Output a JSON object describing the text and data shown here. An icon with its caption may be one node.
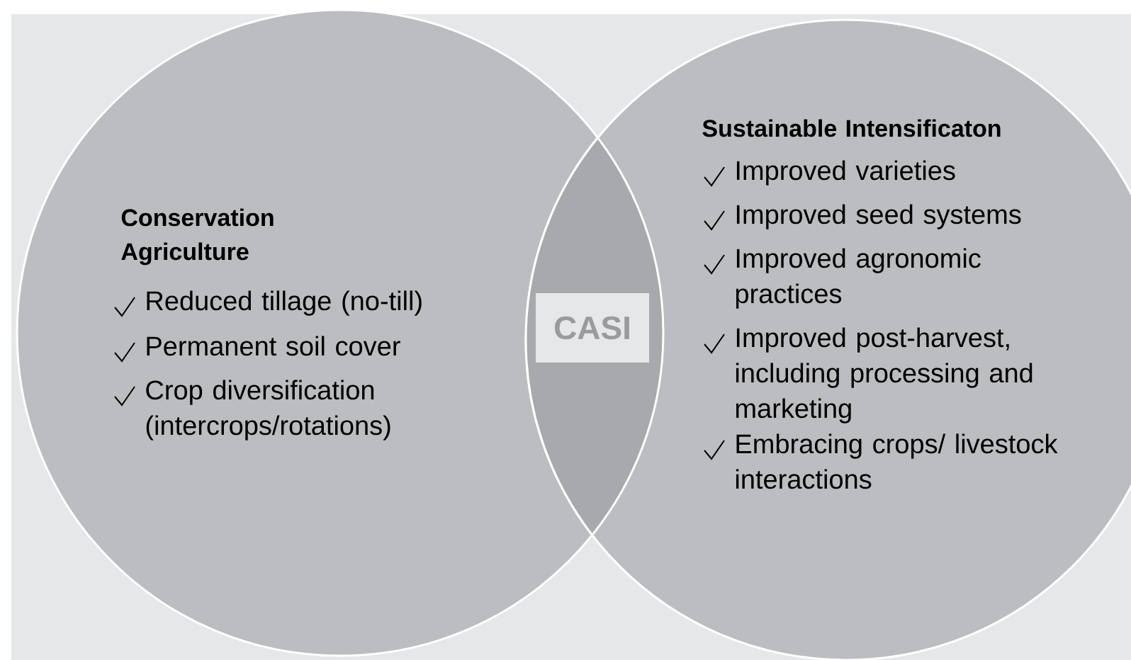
{
  "diagram": {
    "nodes": [
      {
        "text": [
          "Conservation Agriculture",
          "Reduced tillage (no-till)",
          "Permanent soil cover",
          "Crop diversification (intercrops/rotations)"
        ]
      },
      {
        "text": [
          "Sustainable Intensificaton",
          "Improved varieties",
          "Improved seed systems",
          "Improved agronomic practices",
          "Improved post-harvest, including processing and marketing",
          "Embracing crops/ livestock interactions"
        ]
      },
      {
        "text": [
          "CASI"
        ]
      }
    ]
  }
}
